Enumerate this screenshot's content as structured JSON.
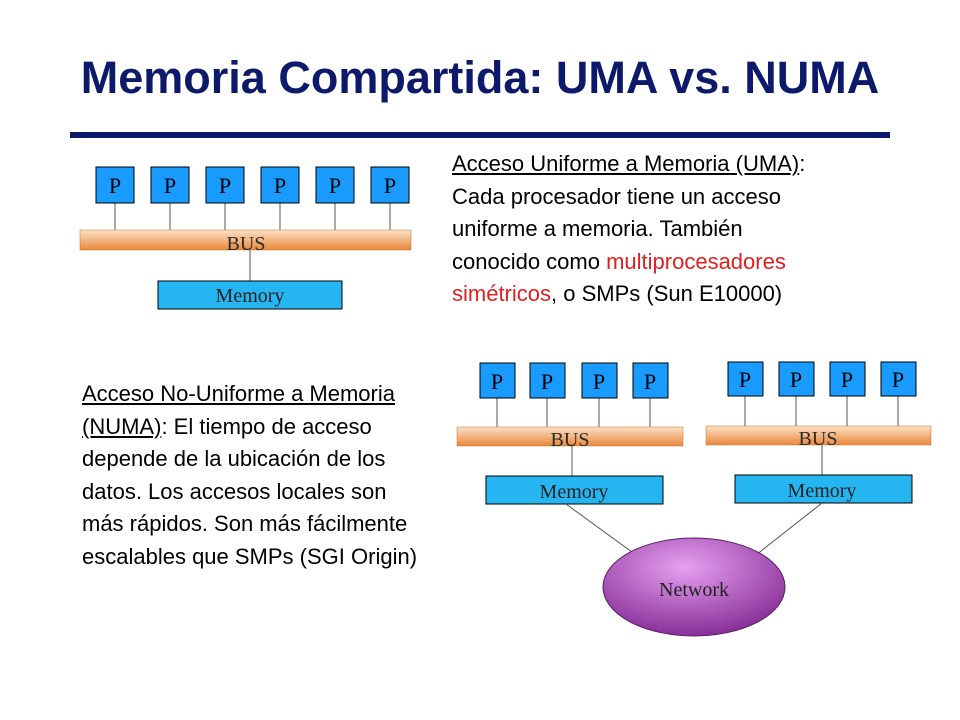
{
  "title": "Memoria Compartida: UMA vs. NUMA",
  "colors": {
    "title": "#0d1a6b",
    "processor": "#1a9bff",
    "memory": "#25b5f0",
    "bus_dark": "#e9883a",
    "bus_light": "#fbe1c6",
    "network_light": "#e6a0f0",
    "network_dark": "#7a1f8c",
    "highlight": "#e02020"
  },
  "uma_text": {
    "term": "Acceso Uniforme a Memoria (UMA)",
    "before_highlight": ": Cada procesador tiene un acceso uniforme a memoria. También conocido como ",
    "highlight": "multiprocesadores simétricos",
    "after_highlight": ", o SMPs (Sun E10000)"
  },
  "numa_text": {
    "term": "Acceso No-Uniforme a Memoria (NUMA)",
    "rest": ": El tiempo de acceso depende de la ubicación de los datos. Los accesos locales son más rápidos. Son más fácilmente escalables que SMPs (SGI Origin)"
  },
  "uma_diagram": {
    "processors": [
      "P",
      "P",
      "P",
      "P",
      "P",
      "P"
    ],
    "bus": "BUS",
    "memory": "Memory"
  },
  "numa_diagram": {
    "nodes": [
      {
        "processors": [
          "P",
          "P",
          "P",
          "P"
        ],
        "bus": "BUS",
        "memory": "Memory"
      },
      {
        "processors": [
          "P",
          "P",
          "P",
          "P"
        ],
        "bus": "BUS",
        "memory": "Memory"
      }
    ],
    "network": "Network"
  }
}
